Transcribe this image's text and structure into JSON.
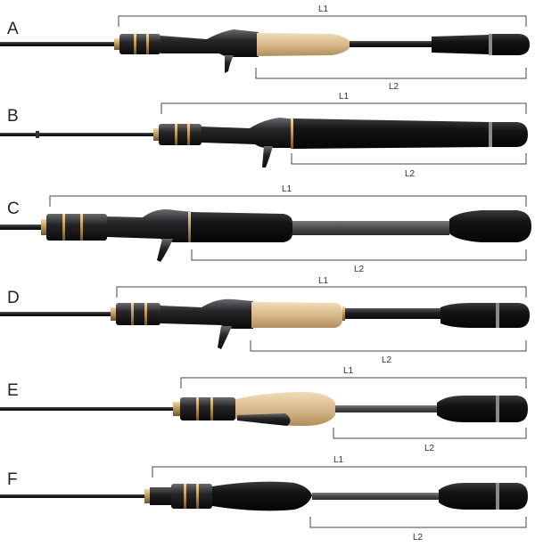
{
  "rods": [
    {
      "letter": "A",
      "l1": "L1",
      "l2": "L2",
      "grip": "cork",
      "trigger": true
    },
    {
      "letter": "B",
      "l1": "L1",
      "l2": "L2",
      "grip": "foam",
      "trigger": true
    },
    {
      "letter": "C",
      "l1": "L1",
      "l2": "L2",
      "grip": "foam",
      "trigger": true
    },
    {
      "letter": "D",
      "l1": "L1",
      "l2": "L2",
      "grip": "cork",
      "trigger": true
    },
    {
      "letter": "E",
      "l1": "L1",
      "l2": "L2",
      "grip": "cork",
      "trigger": false
    },
    {
      "letter": "F",
      "l1": "L1",
      "l2": "L2",
      "grip": "foam",
      "trigger": false
    }
  ],
  "colors": {
    "blank": "#1d1d1f",
    "blank_grey": "#4a4a4d",
    "foam": "#111112",
    "cork": "#d9b98a",
    "reel_seat": "#2a2a2c",
    "gold": "#b8955a",
    "dim_line": "#444444"
  }
}
